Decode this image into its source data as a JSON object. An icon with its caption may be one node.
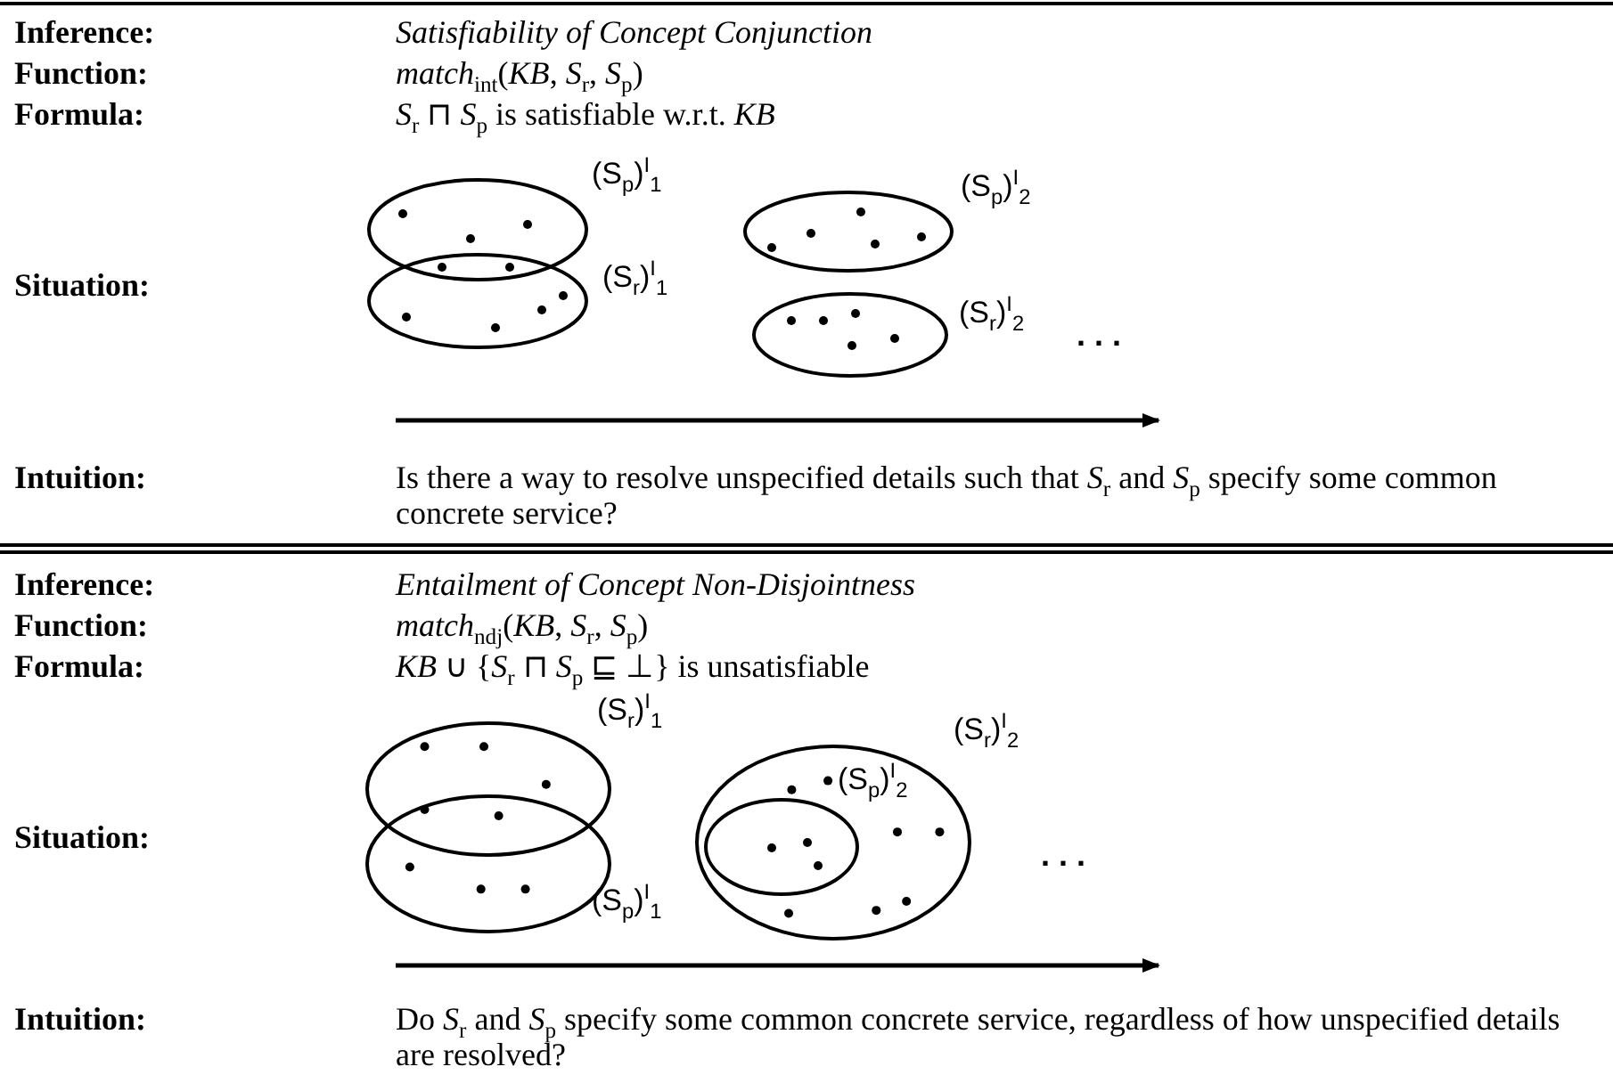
{
  "diagram": {
    "nodes": [
      {
        "text": [
          "(S$_{p}$)$^{I}$$_{1}$"
        ]
      },
      {
        "text": [
          "(S$_{r}$)$^{I}$$_{1}$"
        ]
      },
      {
        "text": [
          "(S$_{p}$)$^{I}$$_{2}$"
        ]
      },
      {
        "text": [
          "(S$_{r}$)$^{I}$$_{2}$"
        ]
      },
      {
        "text": [
          "(S$_{r}$)$^{I}$$_{1}$"
        ]
      },
      {
        "text": [
          "(S$_{p}$)$^{I}$$_{1}$"
        ]
      },
      {
        "text": [
          "(S$_{r}$)$^{I}$$_{2}$"
        ]
      },
      {
        "text": [
          "(S$_{p}$)$^{I}$$_{2}$"
        ],
        "in": 6
      }
    ],
    "labels": [
      "Inference:",
      "Satisfiability of Concept Conjunction",
      "Function:",
      "*match*$_{int}$(*KB*, *S*$_{r}$, *S*$_{p}$)",
      "Formula:",
      "*S*$_{r}$ ⊓ *S*$_{p}$ is satisfiable w.r.t. *KB*",
      "Situation:",
      ". . .",
      "Intuition:",
      "Is there a way to resolve unspecified details such that *S*$_{r}$ and *S*$_{p}$ specify some common concrete service?",
      "Inference:",
      "Entailment of Concept Non-Disjointness",
      "Function:",
      "*match*$_{ndj}$(*KB*, *S*$_{r}$, *S*$_{p}$)",
      "Formula:",
      "*KB* ∪ {*S*$_{r}$ ⊓ *S*$_{p}$ ⊑ ⊥} is unsatisfiable",
      "Situation:",
      ". . .",
      "Intuition:",
      "Do *S*$_{r}$ and *S*$_{p}$ specify some common concrete service, regardless of how unspecified details are resolved?"
    ]
  }
}
